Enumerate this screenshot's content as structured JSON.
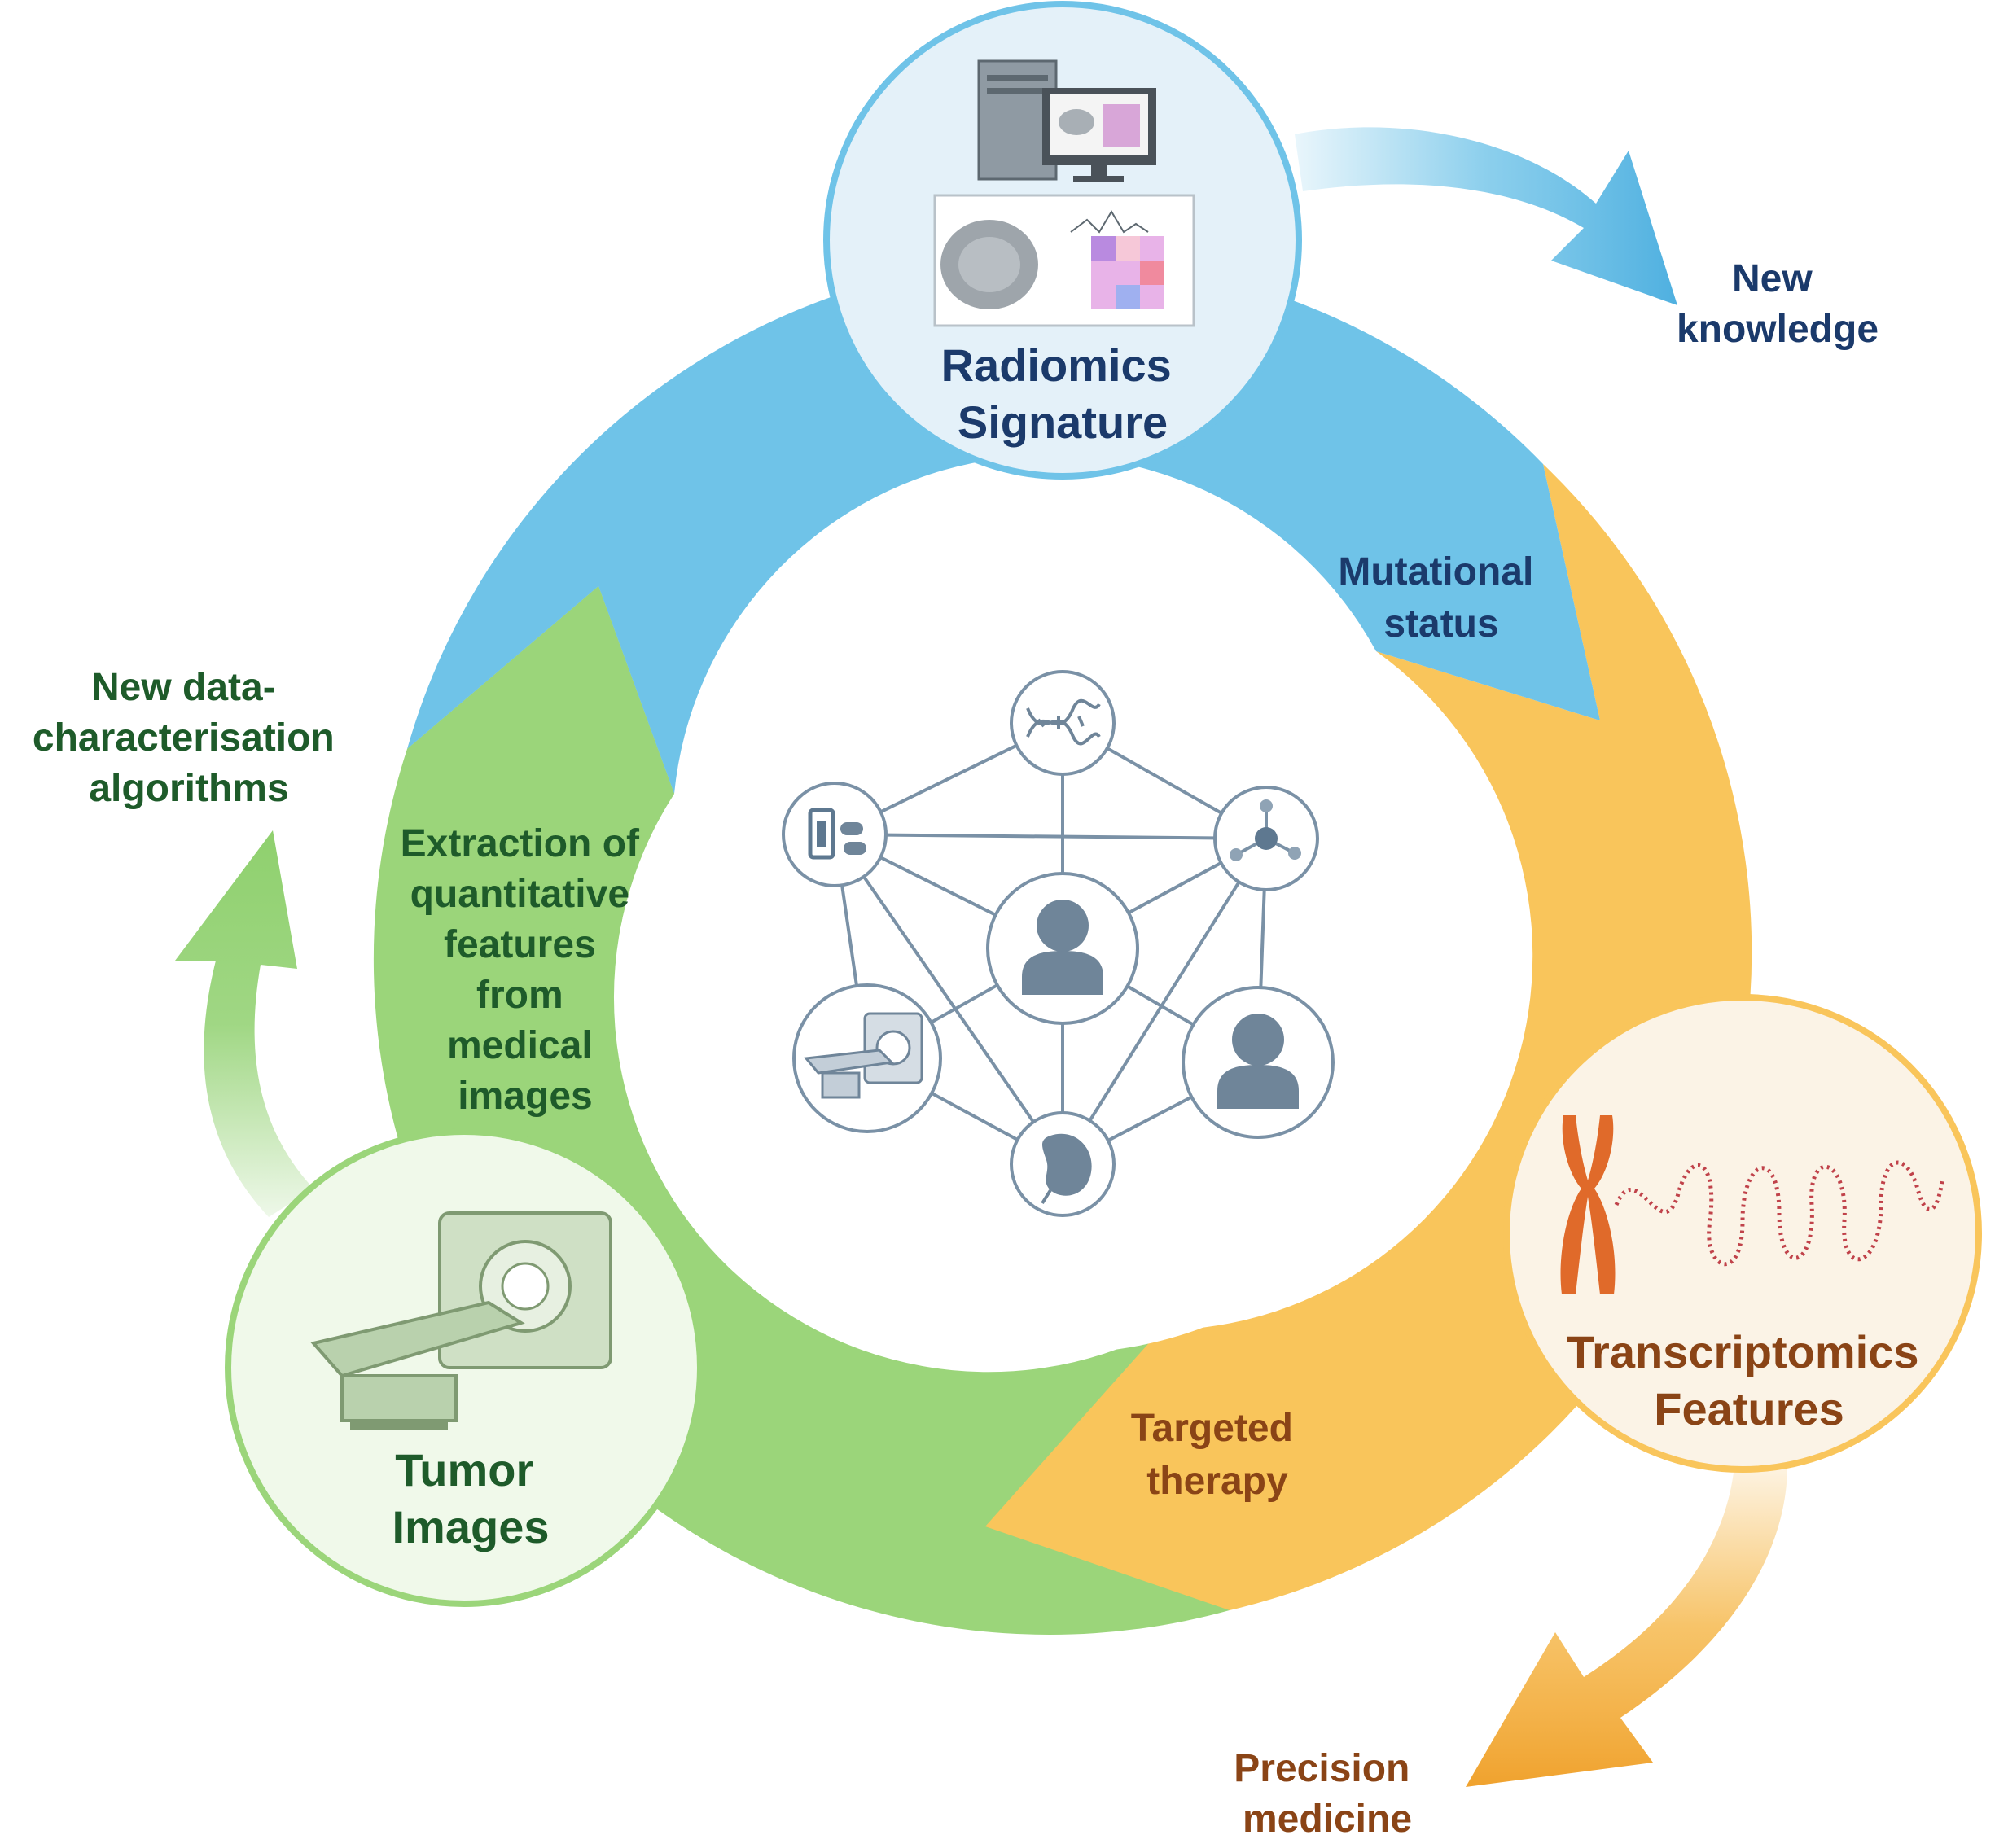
{
  "nodes": {
    "radiomics": {
      "line1": "Radiomics",
      "line2": "Signature"
    },
    "transcriptomics": {
      "line1": "Transcriptomics",
      "line2": "Features"
    },
    "tumor": {
      "line1": "Tumor",
      "line2": "Images"
    }
  },
  "arcs": {
    "mutational": {
      "line1": "Mutational",
      "line2": "status"
    },
    "targeted": {
      "line1": "Targeted",
      "line2": "therapy"
    },
    "extraction": {
      "line1": "Extraction of",
      "line2": "quantitative",
      "line3": "features",
      "line4": "from",
      "line5": "medical",
      "line6": "images"
    }
  },
  "outcomes": {
    "knowledge": {
      "line1": "New",
      "line2": "knowledge"
    },
    "precision": {
      "line1": "Precision",
      "line2": "medicine"
    },
    "algorithms": {
      "line1": "New data-",
      "line2": "characterisation",
      "line3": "algorithms"
    }
  },
  "network": {
    "icons": [
      "dna-icon",
      "molecule-icon",
      "medication-icon",
      "patient-icon",
      "ct-scanner-icon",
      "patient-icon",
      "organ-icon"
    ]
  },
  "colors": {
    "blue": "#6fc3e8",
    "orange": "#f9c55b",
    "green": "#9bd57a",
    "navy_text": "#1b3a6b",
    "green_text": "#1e5b2a",
    "brown_text": "#8a4416",
    "network": "#7a91a6"
  }
}
